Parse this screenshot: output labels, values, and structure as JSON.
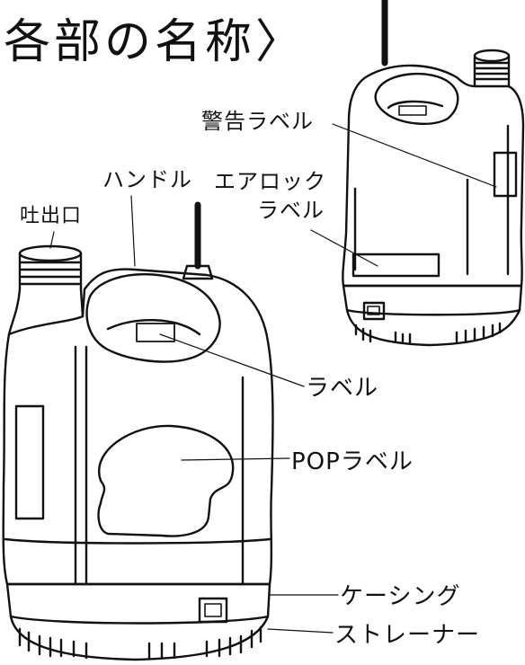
{
  "title": "各部の名称〉",
  "labels": {
    "warning_label": "警告ラベル",
    "handle": "ハンドル",
    "airlock_label_line1": "エアロック",
    "airlock_label_line2": "ラベル",
    "outlet": "吐出口",
    "label": "ラベル",
    "pop_label": "POPラベル",
    "casing": "ケーシング",
    "strainer": "ストレーナー"
  },
  "colors": {
    "ink": "#111111",
    "background": "#ffffff"
  }
}
